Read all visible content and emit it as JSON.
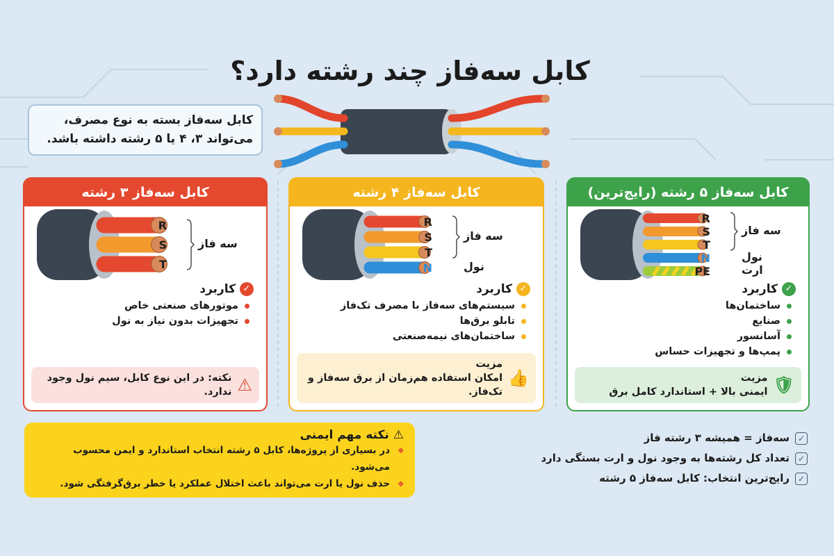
{
  "title": "کابل سه‌فاز چند رشته دارد؟",
  "intro": {
    "line1": "کابل سه‌فاز بسته به نوع مصرف،",
    "line2": "می‌تواند ۳، ۴ یا ۵ رشته داشته باشد."
  },
  "hero_wires": [
    "#e2452b",
    "#f2b81c",
    "#2f8fd8"
  ],
  "cards": [
    {
      "header": "کابل سه‌فاز ۳ رشته",
      "accent": "#e4492f",
      "wires": [
        {
          "label": "R",
          "color": "#e4492f"
        },
        {
          "label": "S",
          "color": "#f29a2e"
        },
        {
          "label": "T",
          "color": "#e4492f"
        }
      ],
      "groups": {
        "phase": "سه فاز"
      },
      "usage_title": "کاربرد",
      "usage": [
        "موتورهای صنعتی خاص",
        "تجهیزات بدون نیاز به نول"
      ],
      "note": {
        "icon": "warning-icon",
        "text": "نکته: در این نوع کابل، سیم نول وجود ندارد.",
        "bg": "#fbe1de"
      }
    },
    {
      "header": "کابل سه‌فاز ۴ رشته",
      "accent": "#f5b51f",
      "wires": [
        {
          "label": "R",
          "color": "#e4492f"
        },
        {
          "label": "S",
          "color": "#f29a2e"
        },
        {
          "label": "T",
          "color": "#f4c61f"
        },
        {
          "label": "N",
          "color": "#2f8fd8"
        }
      ],
      "groups": {
        "phase": "سه فاز",
        "neutral": "نول"
      },
      "usage_title": "کاربرد",
      "usage": [
        "سیستم‌های سه‌فاز با مصرف تک‌فاز",
        "تابلو برق‌ها",
        "ساختمان‌های نیمه‌صنعتی"
      ],
      "note": {
        "icon": "thumbs-up-icon",
        "title": "مزیت",
        "text": "امکان استفاده هم‌زمان از برق سه‌فاز و تک‌فاز.",
        "bg": "#fdf0d2"
      }
    },
    {
      "header": "کابل سه‌فاز ۵ رشته (رایج‌ترین)",
      "accent": "#3da24a",
      "wires": [
        {
          "label": "R",
          "color": "#e4492f"
        },
        {
          "label": "S",
          "color": "#f29a2e"
        },
        {
          "label": "T",
          "color": "#f4c61f"
        },
        {
          "label": "N",
          "color": "#2f8fd8"
        },
        {
          "label": "PE",
          "color": "#9ccc3a"
        }
      ],
      "groups": {
        "phase": "سه فاز",
        "neutral": "نول",
        "earth": "ارت"
      },
      "usage_title": "کاربرد",
      "usage": [
        "ساختمان‌ها",
        "صنایع",
        "آسانسور",
        "پمپ‌ها و تجهیزات حساس"
      ],
      "note": {
        "icon": "shield-check-icon",
        "title": "مزیت",
        "text": "ایمنی بالا + استاندارد کامل برق",
        "bg": "#dcefdc"
      }
    }
  ],
  "safety": {
    "title": "نکته مهم ایمنی",
    "items": [
      "در بسیاری از پروژه‌ها، کابل ۵ رشته انتخاب استاندارد و ایمن محسوب می‌شود.",
      "حذف نول یا ارت می‌تواند باعث اختلال عملکرد یا خطر برق‌گرفتگی شود."
    ]
  },
  "checklist": [
    "سه‌فاز = همیشه ۳ رشته فاز",
    "تعداد کل رشته‌ها به وجود نول و ارت بستگی دارد",
    "رایج‌ترین انتخاب: کابل سه‌فاز ۵ رشته"
  ]
}
